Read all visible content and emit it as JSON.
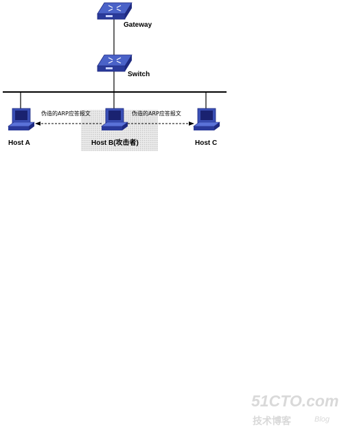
{
  "nodes": {
    "gateway": "Gateway",
    "switch": "Switch",
    "host_a": "Host A",
    "host_b": "Host B(攻击者)",
    "host_c": "Host C"
  },
  "arrows": {
    "to_host_a": "伪造的ARP应答报文",
    "to_host_c": "伪造的ARP应答报文"
  },
  "watermark": {
    "site": "51CTO.com",
    "subtitle": "技术博客",
    "blog": "Blog"
  },
  "colors": {
    "device_blue": "#3a4fb5",
    "device_dark": "#1f2a80",
    "line": "#000000",
    "attacker_highlight": "#dcdcdc",
    "watermark": "#d9d9d9"
  }
}
